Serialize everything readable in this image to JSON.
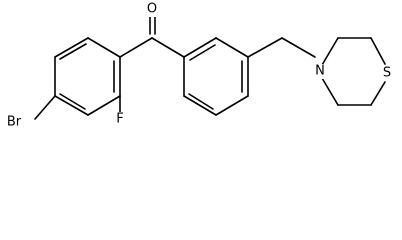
{
  "molecule": {
    "atom_labels": {
      "oxygen": "O",
      "bromine": "Br",
      "fluorine": "F",
      "nitrogen": "N",
      "sulfur": "S"
    },
    "colors": {
      "bond": "#000000",
      "background": "#ffffff"
    }
  }
}
